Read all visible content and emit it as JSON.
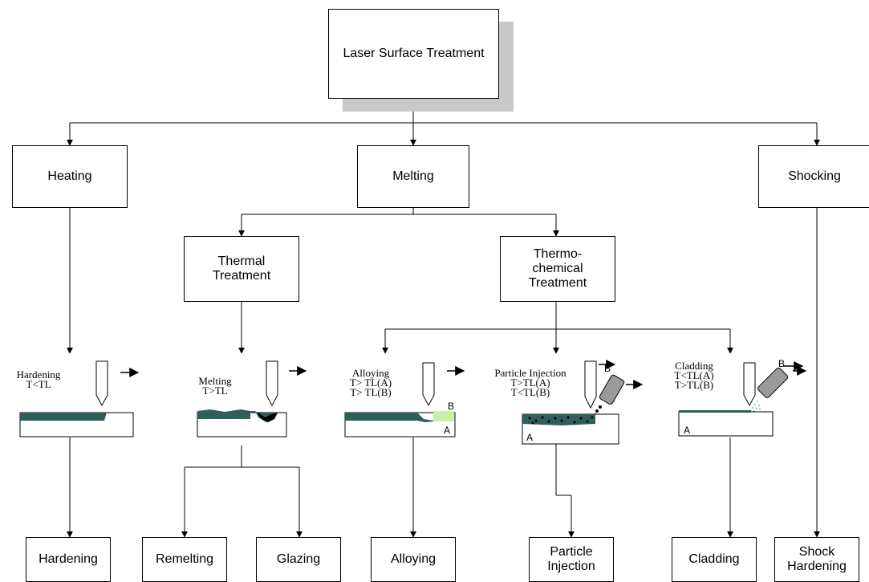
{
  "root": "Laser Surface Treatment",
  "level1": {
    "heating": "Heating",
    "melting": "Melting",
    "shocking": "Shocking"
  },
  "level2": {
    "thermal": "Thermal Treatment",
    "thermochemical": "Thermo- chemical Treatment"
  },
  "processes": {
    "hardening": "Hardening\nT<TL",
    "melting": "Melting\nT>TL",
    "alloying": "Alloying\nT> TL(A)\nT> TL(B)",
    "particle_injection": "Particle Injection\nT>TL(A)\nT<TL(B)",
    "cladding": "Cladding\nT<TL(A)\nT>TL(B)"
  },
  "material_labels": {
    "a": "A",
    "b": "B"
  },
  "outcomes": {
    "hardening": "Hardening",
    "remelting": "Remelting",
    "glazing": "Glazing",
    "alloying": "Alloying",
    "particle_injection": "Particle Injection",
    "cladding": "Cladding",
    "shock_hardening": "Shock Hardening"
  },
  "colors": {
    "layer": "#2f5f5a",
    "alloy": "#c8f0a8",
    "shadow": "#c8c8c8",
    "nozzle": "#9a9a9a"
  }
}
